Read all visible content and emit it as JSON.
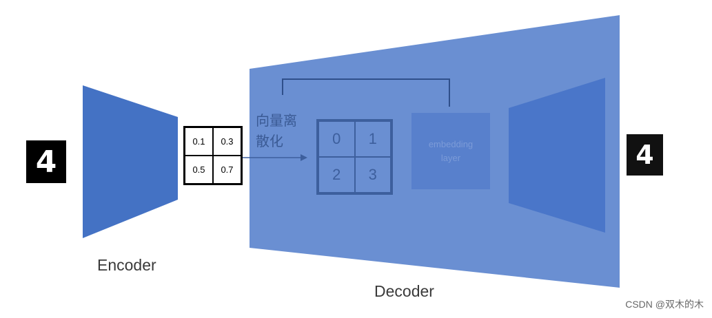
{
  "input_digit": "4",
  "output_digit": "4",
  "encoder_label": "Encoder",
  "decoder_label": "Decoder",
  "latent_values": [
    "0.1",
    "0.3",
    "0.5",
    "0.7"
  ],
  "quantization_label": "向量离散化",
  "codebook_indices": [
    "0",
    "1",
    "2",
    "3"
  ],
  "embedding_label_line1": "embedding",
  "embedding_label_line2": "layer",
  "watermark": "CSDN @双木的木",
  "colors": {
    "encoder": "#4472c4",
    "decoder_bg": "#6a8fd2",
    "embedding": "#5880cc",
    "arrow": "#3d5f9d",
    "inner_decoder": "#4a76c9"
  }
}
